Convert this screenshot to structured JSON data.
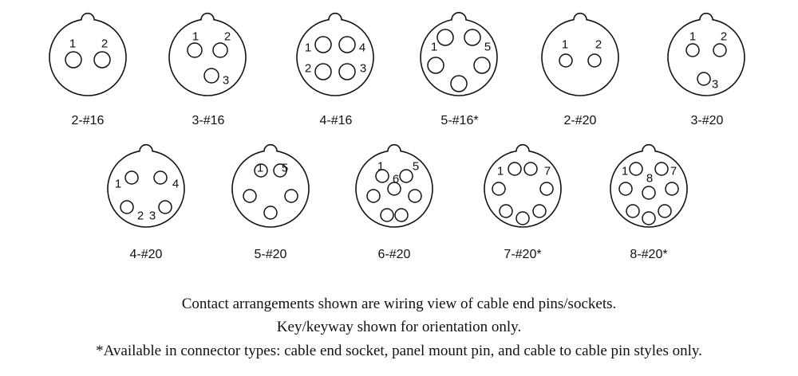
{
  "connectors": [
    {
      "id": "2-16",
      "label": "2-#16",
      "pin_labels": [
        "1",
        "2"
      ]
    },
    {
      "id": "3-16",
      "label": "3-#16",
      "pin_labels": [
        "1",
        "2",
        "3"
      ]
    },
    {
      "id": "4-16",
      "label": "4-#16",
      "pin_labels": [
        "1",
        "4",
        "2",
        "3"
      ]
    },
    {
      "id": "5-16",
      "label": "5-#16*",
      "pin_labels": [
        "1",
        "5"
      ]
    },
    {
      "id": "2-20",
      "label": "2-#20",
      "pin_labels": [
        "1",
        "2"
      ]
    },
    {
      "id": "3-20",
      "label": "3-#20",
      "pin_labels": [
        "1",
        "2",
        "3"
      ]
    },
    {
      "id": "4-20",
      "label": "4-#20",
      "pin_labels": [
        "1",
        "4",
        "2",
        "3"
      ]
    },
    {
      "id": "5-20",
      "label": "5-#20",
      "pin_labels": [
        "1",
        "5"
      ]
    },
    {
      "id": "6-20",
      "label": "6-#20",
      "pin_labels": [
        "1",
        "5",
        "6"
      ]
    },
    {
      "id": "7-20",
      "label": "7-#20*",
      "pin_labels": [
        "1",
        "7"
      ]
    },
    {
      "id": "8-20",
      "label": "8-#20*",
      "pin_labels": [
        "1",
        "8",
        "7"
      ]
    }
  ],
  "notes": [
    "Contact arrangements shown are wiring view of cable end pins/sockets.",
    "Key/keyway shown for orientation only.",
    "*Available in connector types: cable end socket, panel mount pin, and cable to cable pin styles only."
  ]
}
